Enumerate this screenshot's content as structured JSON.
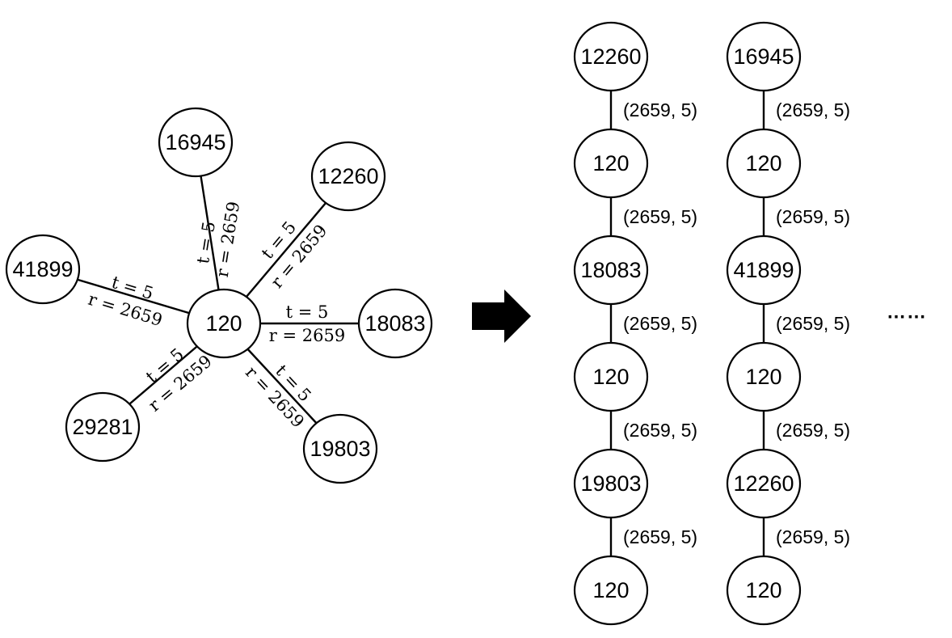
{
  "star": {
    "center": "120",
    "edge_t_label": "t = 5",
    "edge_r_label": "r = 2659",
    "neighbors": [
      "16945",
      "12260",
      "18083",
      "19803",
      "29281",
      "41899"
    ]
  },
  "arrow_icon": "right-arrow-icon",
  "paths": [
    {
      "nodes": [
        "12260",
        "120",
        "18083",
        "120",
        "19803",
        "120"
      ],
      "edge_label": "(2659, 5)"
    },
    {
      "nodes": [
        "16945",
        "120",
        "41899",
        "120",
        "12260",
        "120"
      ],
      "edge_label": "(2659, 5)"
    }
  ],
  "ellipsis": "……"
}
